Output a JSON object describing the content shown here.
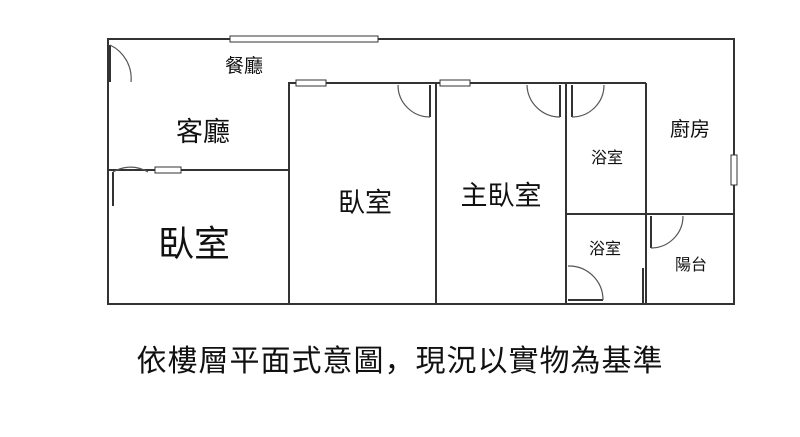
{
  "floorplan": {
    "rooms": {
      "dining": "餐廳",
      "living": "客廳",
      "bedroom_left": "臥室",
      "bedroom_mid": "臥室",
      "master_bedroom": "主臥室",
      "bath_upper": "浴室",
      "kitchen": "廚房",
      "bath_lower": "浴室",
      "balcony": "陽台"
    },
    "caption": "依樓層平面式意圖，現況以實物為基準",
    "colors": {
      "wall": "#333333",
      "text": "#111111",
      "background": "#ffffff"
    }
  }
}
